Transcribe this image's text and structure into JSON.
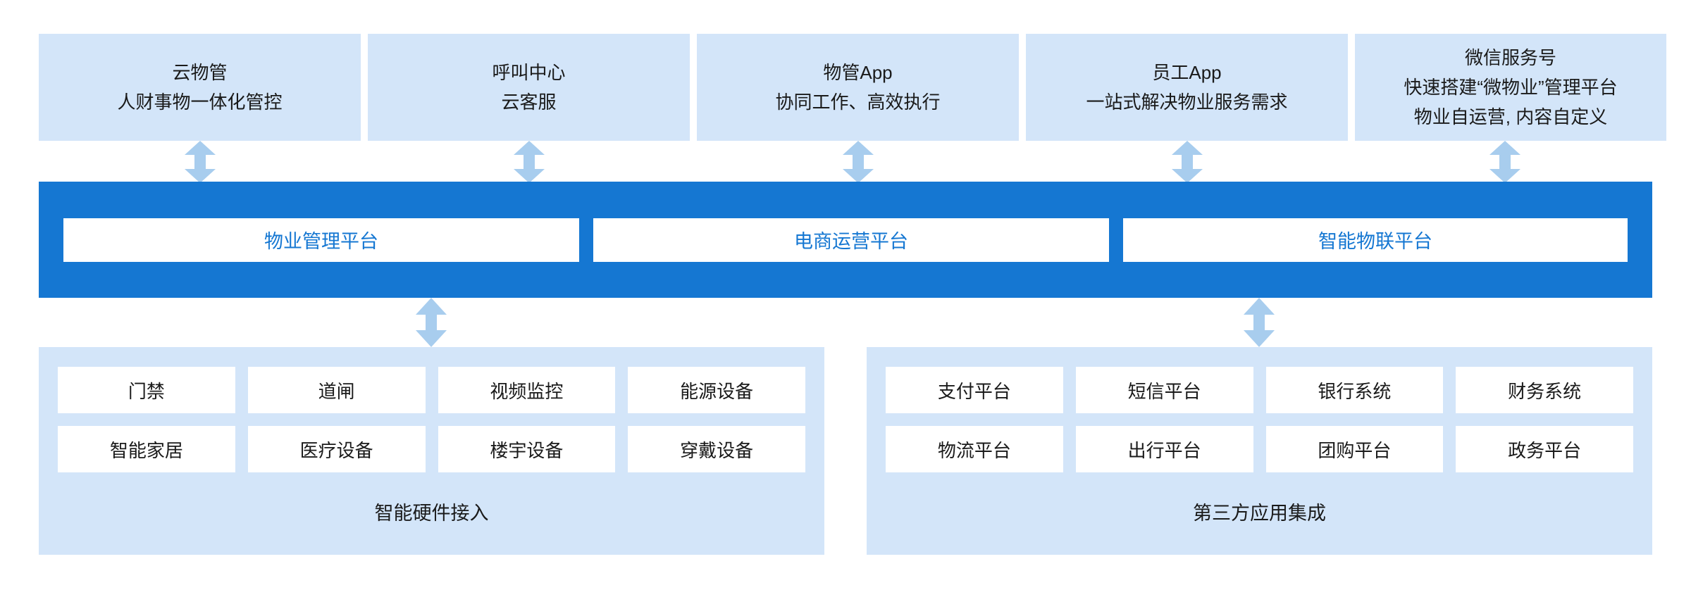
{
  "colors": {
    "primary_blue": "#1577D2",
    "light_blue_panel": "#D3E5F9",
    "arrow_blue": "#A8CDEE",
    "card_white": "#FFFFFF",
    "text_dark": "#1A1A1A"
  },
  "channels": [
    {
      "title": "云物管",
      "subtitle": "人财事物一体化管控",
      "extra": ""
    },
    {
      "title": "呼叫中心",
      "subtitle": "云客服",
      "extra": ""
    },
    {
      "title": "物管App",
      "subtitle": "协同工作、高效执行",
      "extra": ""
    },
    {
      "title": "员工App",
      "subtitle": "一站式解决物业服务需求",
      "extra": ""
    },
    {
      "title": "微信服务号",
      "subtitle": "快速搭建“微物业”管理平台",
      "extra": "物业自运营, 内容自定义"
    }
  ],
  "platform_band": {
    "cards": [
      {
        "label": "物业管理平台"
      },
      {
        "label": "电商运营平台"
      },
      {
        "label": "智能物联平台"
      }
    ]
  },
  "panels": [
    {
      "caption": "智能硬件接入",
      "tiles": [
        "门禁",
        "道闸",
        "视频监控",
        "能源设备",
        "智能家居",
        "医疗设备",
        "楼宇设备",
        "穿戴设备"
      ]
    },
    {
      "caption": "第三方应用集成",
      "tiles": [
        "支付平台",
        "短信平台",
        "银行系统",
        "财务系统",
        "物流平台",
        "出行平台",
        "团购平台",
        "政务平台"
      ]
    }
  ],
  "connectors": [
    {
      "name": "channel-1-to-platform",
      "direction": "bidirectional"
    },
    {
      "name": "channel-2-to-platform",
      "direction": "bidirectional"
    },
    {
      "name": "channel-3-to-platform",
      "direction": "bidirectional"
    },
    {
      "name": "channel-4-to-platform",
      "direction": "bidirectional"
    },
    {
      "name": "channel-5-to-platform",
      "direction": "bidirectional"
    },
    {
      "name": "platform-to-hardware",
      "direction": "bidirectional"
    },
    {
      "name": "platform-to-thirdparty",
      "direction": "bidirectional"
    }
  ]
}
